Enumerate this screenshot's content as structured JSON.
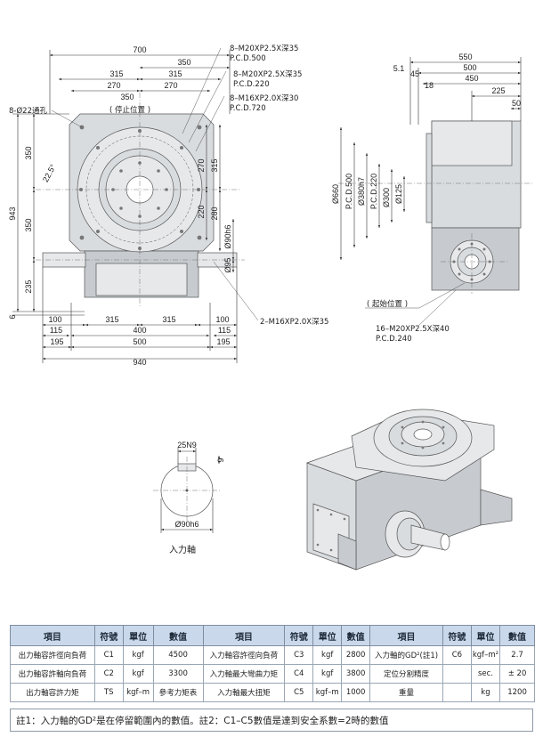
{
  "front_view": {
    "dims_top": [
      "700",
      "350",
      "315",
      "315",
      "270",
      "270",
      "350"
    ],
    "dims_bottom": [
      "100",
      "100",
      "115",
      "115",
      "315",
      "315",
      "400",
      "195",
      "195",
      "500",
      "940"
    ],
    "dims_left": [
      "350",
      "943",
      "350",
      "235",
      "6",
      "22.5°"
    ],
    "dims_right": [
      "270",
      "315",
      "220",
      "280",
      "Ø90h6",
      "Ø95"
    ],
    "labels": {
      "hole_a": "8-Ø22通孔",
      "stop_position": "( 停止位置 )",
      "tap_1": "8–M20XP2.5X深35",
      "pcd_1": "P.C.D.500",
      "tap_2": "8–M20XP2.5X深35",
      "pcd_2": "P.C.D.220",
      "tap_3": "8–M16XP2.0X深30",
      "pcd_3": "P.C.D.720",
      "tap_bottom": "2–M16XP2.0X深35"
    }
  },
  "side_view": {
    "dims_top": [
      "550",
      "5.1",
      "45",
      "500",
      "18",
      "450",
      "225",
      "50"
    ],
    "dims_vertical": [
      "Ø660",
      "P.C.D.500",
      "Ø380h7",
      "P.C.D.220",
      "Ø300",
      "Ø125"
    ],
    "labels": {
      "start_position": "( 起始位置 )",
      "tap": "16–M20XP2.5X深40",
      "pcd": "P.C.D.240"
    }
  },
  "shaft_view": {
    "key_width": "25N9",
    "key_depth": "9",
    "diameter": "Ø90h6",
    "caption": "入力軸"
  },
  "table": {
    "headers": [
      "項目",
      "符號",
      "單位",
      "數值",
      "項目",
      "符號",
      "單位",
      "數值",
      "項目",
      "符號",
      "單位",
      "數值"
    ],
    "rows": [
      [
        "出力軸容許徑向負荷",
        "C1",
        "kgf",
        "4500",
        "入力軸容許徑向負荷",
        "C3",
        "kgf",
        "2800",
        "入力軸的GD²(註1)",
        "C6",
        "kgf–m²",
        "2.7"
      ],
      [
        "出力軸容許軸向負荷",
        "C2",
        "kgf",
        "3300",
        "入力軸最大彎曲力矩",
        "C4",
        "kgf",
        "3800",
        "定位分割精度",
        "",
        "sec.",
        "± 20"
      ],
      [
        "出力軸容許力矩",
        "TS",
        "kgf–m",
        "參考力矩表",
        "入力軸最大扭矩",
        "C5",
        "kgf–m",
        "1000",
        "重量",
        "",
        "kg",
        "1200"
      ]
    ],
    "note": "註1：入力軸的GD²是在停留範圍內的數值。註2：C1–C5數值是達到安全系數=2時的數值"
  }
}
